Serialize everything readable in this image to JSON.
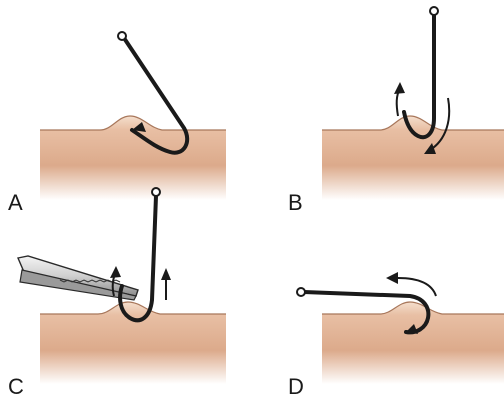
{
  "figure": {
    "panels": [
      {
        "id": "A",
        "label": "A"
      },
      {
        "id": "B",
        "label": "B"
      },
      {
        "id": "C",
        "label": "C"
      },
      {
        "id": "D",
        "label": "D"
      }
    ]
  },
  "colors": {
    "skin_top": "#f3dccb",
    "skin_mid": "#dca98a",
    "skin_bottom": "#ffffff",
    "skin_edge": "#b07a5c",
    "hook": "#1a1a1a",
    "forceps_light": "#dcdcdc",
    "forceps_dark": "#8a8a8a"
  },
  "icons": {
    "hook": "fishhook-icon",
    "arrow": "curved-arrow-icon",
    "forceps": "forceps-icon"
  }
}
